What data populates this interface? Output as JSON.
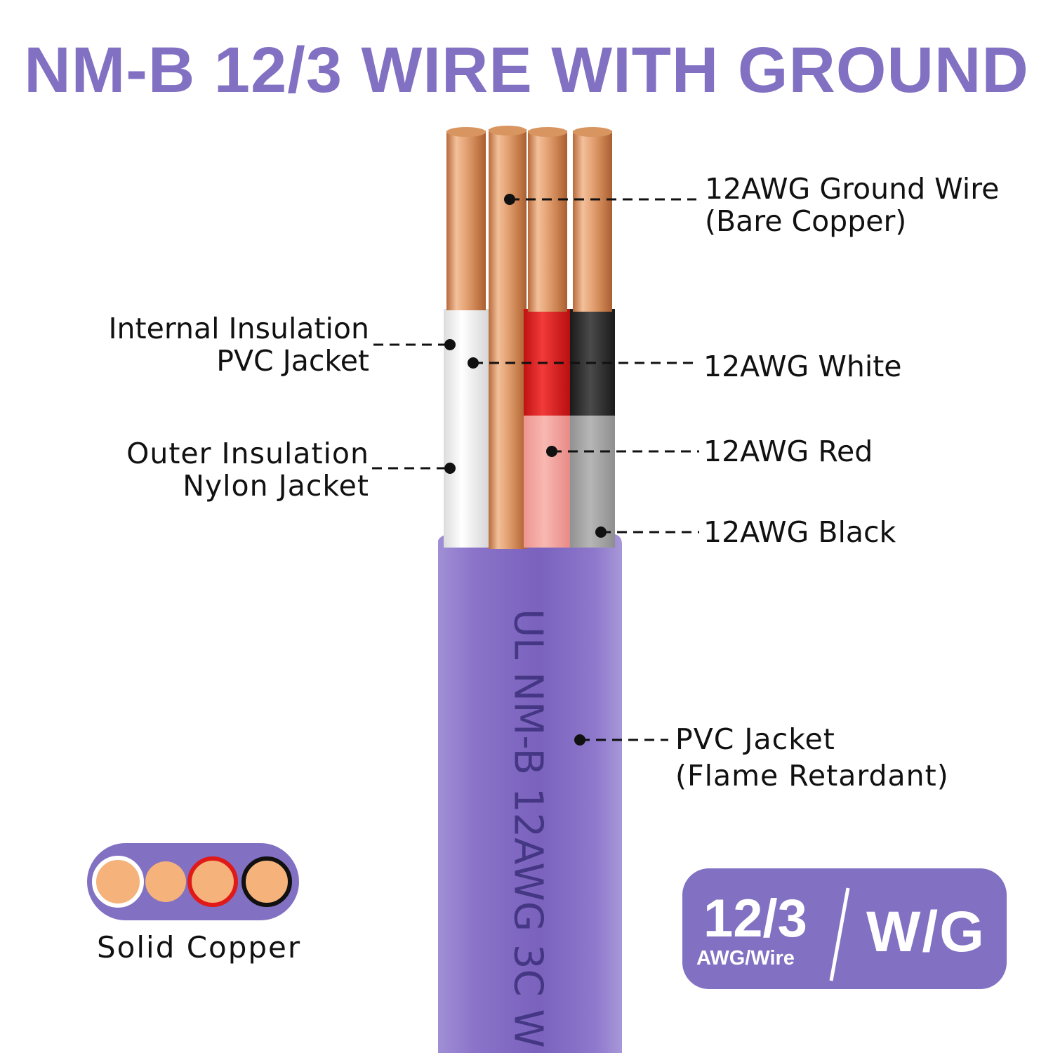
{
  "title": "NM-B 12/3 WIRE WITH GROUND",
  "colors": {
    "accent": "#8270c2",
    "jacket": "#8a73c9",
    "copper": "#e0a070",
    "white_insulation": "#f4f4f4",
    "red_insulation": "#e11c1c",
    "black_insulation": "#2a2a2a",
    "pink_outer": "#f4a5a0",
    "gray_outer": "#a8a8a8"
  },
  "labels": {
    "ground": [
      "12AWG Ground Wire",
      "(Bare Copper)"
    ],
    "internal": [
      "Internal Insulation",
      "PVC Jacket"
    ],
    "white": "12AWG White",
    "outer": [
      "Outer Insulation",
      "Nylon Jacket"
    ],
    "red": "12AWG Red",
    "black": "12AWG Black",
    "pvc": [
      "PVC Jacket",
      "(Flame Retardant)"
    ]
  },
  "jacket_print": "UL NM-B 12AWG 3C W",
  "legend": {
    "label": "Solid Copper"
  },
  "badge": {
    "number": "12/3",
    "unit": "AWG/Wire",
    "suffix": "W/G"
  }
}
